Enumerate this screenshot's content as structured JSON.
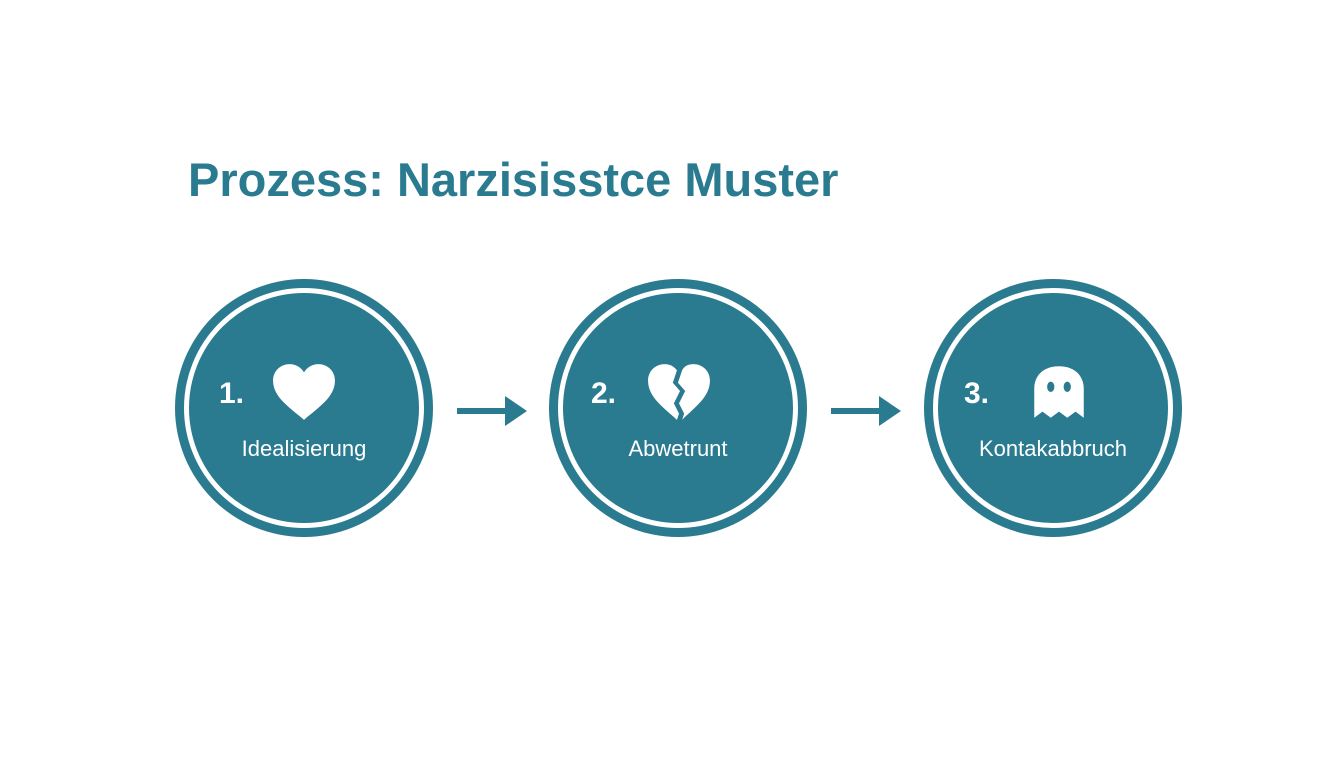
{
  "title": "Prozess: Narzisisstce Muster",
  "colors": {
    "accent": "#2a7b8f",
    "on_accent": "#ffffff",
    "background": "#ffffff"
  },
  "steps": [
    {
      "number": "1.",
      "label": "Idealisierung",
      "icon": "heart-icon"
    },
    {
      "number": "2.",
      "label": "Abwetrunt",
      "icon": "broken-heart-icon"
    },
    {
      "number": "3.",
      "label": "Kontakabbruch",
      "icon": "ghost-icon"
    }
  ],
  "connectors": [
    "arrow-right-icon",
    "arrow-right-icon"
  ]
}
